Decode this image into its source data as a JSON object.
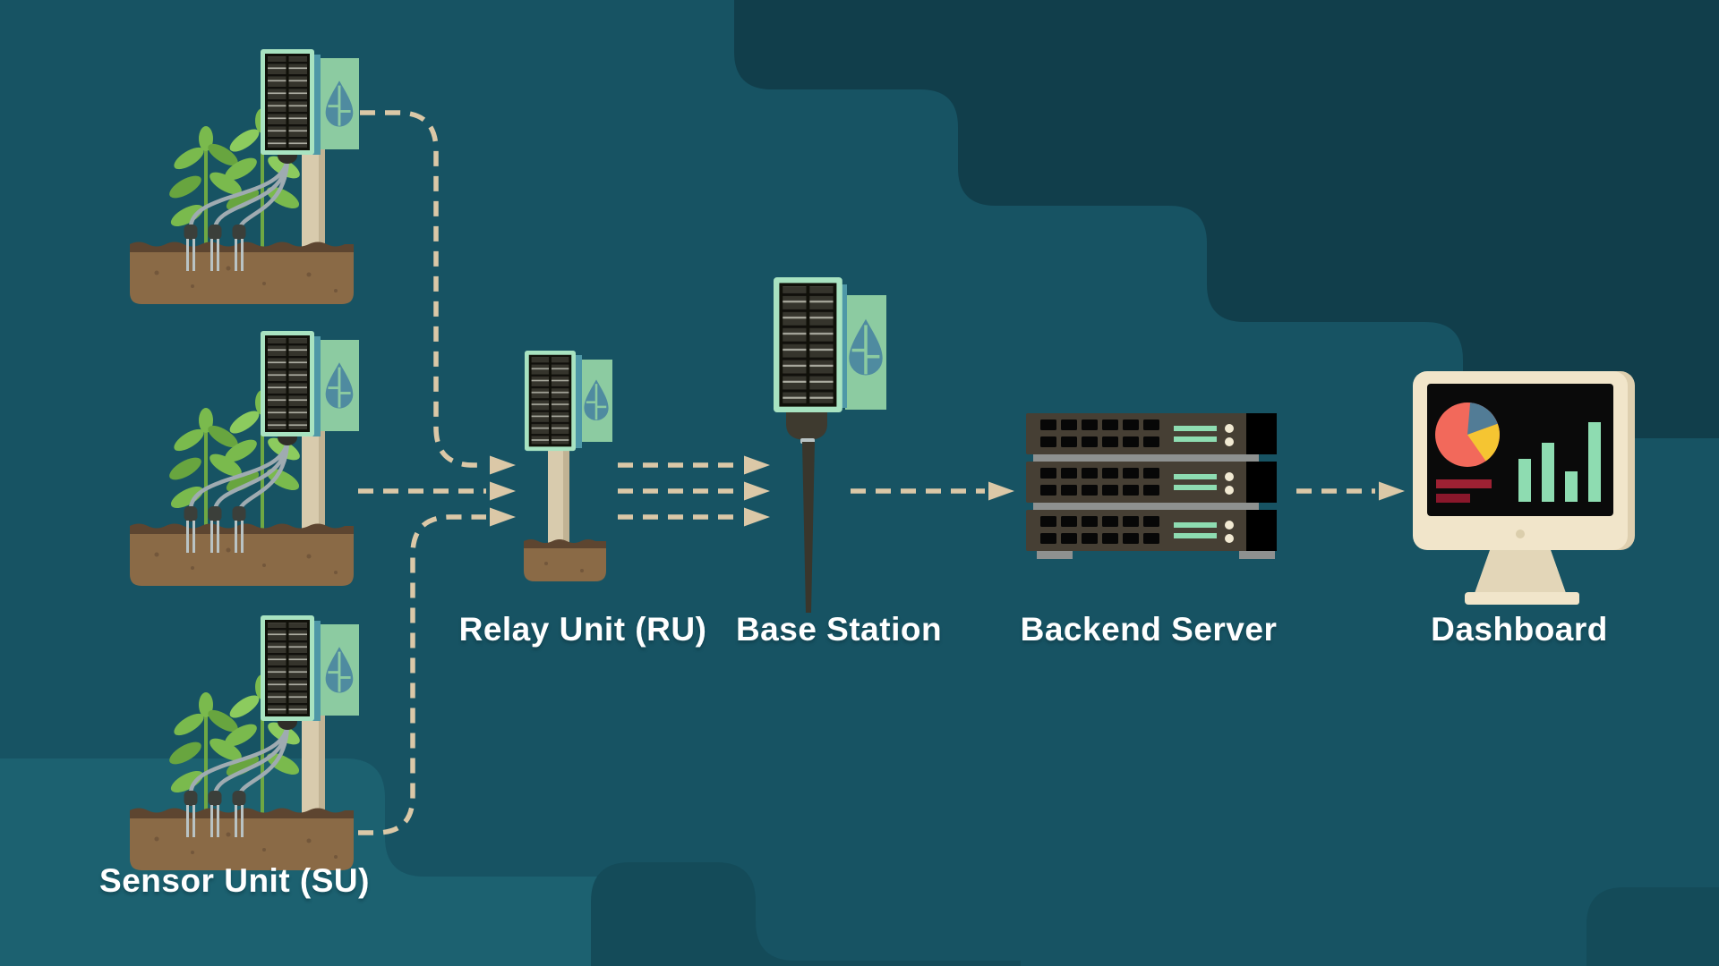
{
  "diagram": {
    "type": "flow",
    "direction": "left-to-right",
    "nodes": [
      {
        "id": "sensor-unit",
        "label": "Sensor Unit (SU)",
        "icon": "soil-sensor-solar-node-icon",
        "count": 3
      },
      {
        "id": "relay-unit",
        "label": "Relay Unit (RU)",
        "icon": "solar-relay-pole-icon"
      },
      {
        "id": "base-station",
        "label": "Base Station",
        "icon": "solar-panel-spike-icon"
      },
      {
        "id": "backend-server",
        "label": "Backend Server",
        "icon": "server-rack-icon"
      },
      {
        "id": "dashboard",
        "label": "Dashboard",
        "icon": "monitor-analytics-icon"
      }
    ],
    "edges": [
      {
        "from": "sensor-unit-1",
        "to": "relay-unit",
        "style": "dashed-arrow"
      },
      {
        "from": "sensor-unit-2",
        "to": "relay-unit",
        "style": "dashed-arrow"
      },
      {
        "from": "sensor-unit-3",
        "to": "relay-unit",
        "style": "dashed-arrow"
      },
      {
        "from": "relay-unit",
        "to": "base-station",
        "style": "dashed-arrow",
        "lines": 3
      },
      {
        "from": "base-station",
        "to": "backend-server",
        "style": "dashed-arrow"
      },
      {
        "from": "backend-server",
        "to": "dashboard",
        "style": "dashed-arrow"
      }
    ],
    "dashboard_screen": {
      "pie_slices": [
        {
          "color": "#F2695B",
          "share": 0.61
        },
        {
          "color": "#527C96",
          "share": 0.18
        },
        {
          "color": "#F5C532",
          "share": 0.21
        }
      ],
      "bar_heights": [
        48,
        66,
        34,
        89
      ],
      "red_bar_widths": [
        62,
        38
      ]
    },
    "colors": {
      "background": "#175363",
      "background_dark": "#113E4B",
      "background_light": "#1C6170",
      "arrow": "#DBC8A7",
      "label_text": "#FFFFFF",
      "panel_frame": "#A8E3C1",
      "panel_dark": "#12110E",
      "sign_green": "#8CCBA1",
      "logo_drop": "#4F8BA0",
      "pole": "#D8CBAD",
      "soil": "#8A6A46",
      "soil_dark": "#5D4530",
      "leaf_green": "#7ABA4D",
      "cable_gray": "#9FABB1",
      "server_body": "#463F34",
      "server_accent": "#8EDCB1",
      "monitor_frame": "#F1E5CA",
      "screen_black": "#0A0A0A",
      "pie_red": "#F2695B",
      "pie_blue": "#527C96",
      "pie_yellow": "#F5C532",
      "bar_red": "#9E2133",
      "bar_green": "#8EDCB1"
    }
  }
}
